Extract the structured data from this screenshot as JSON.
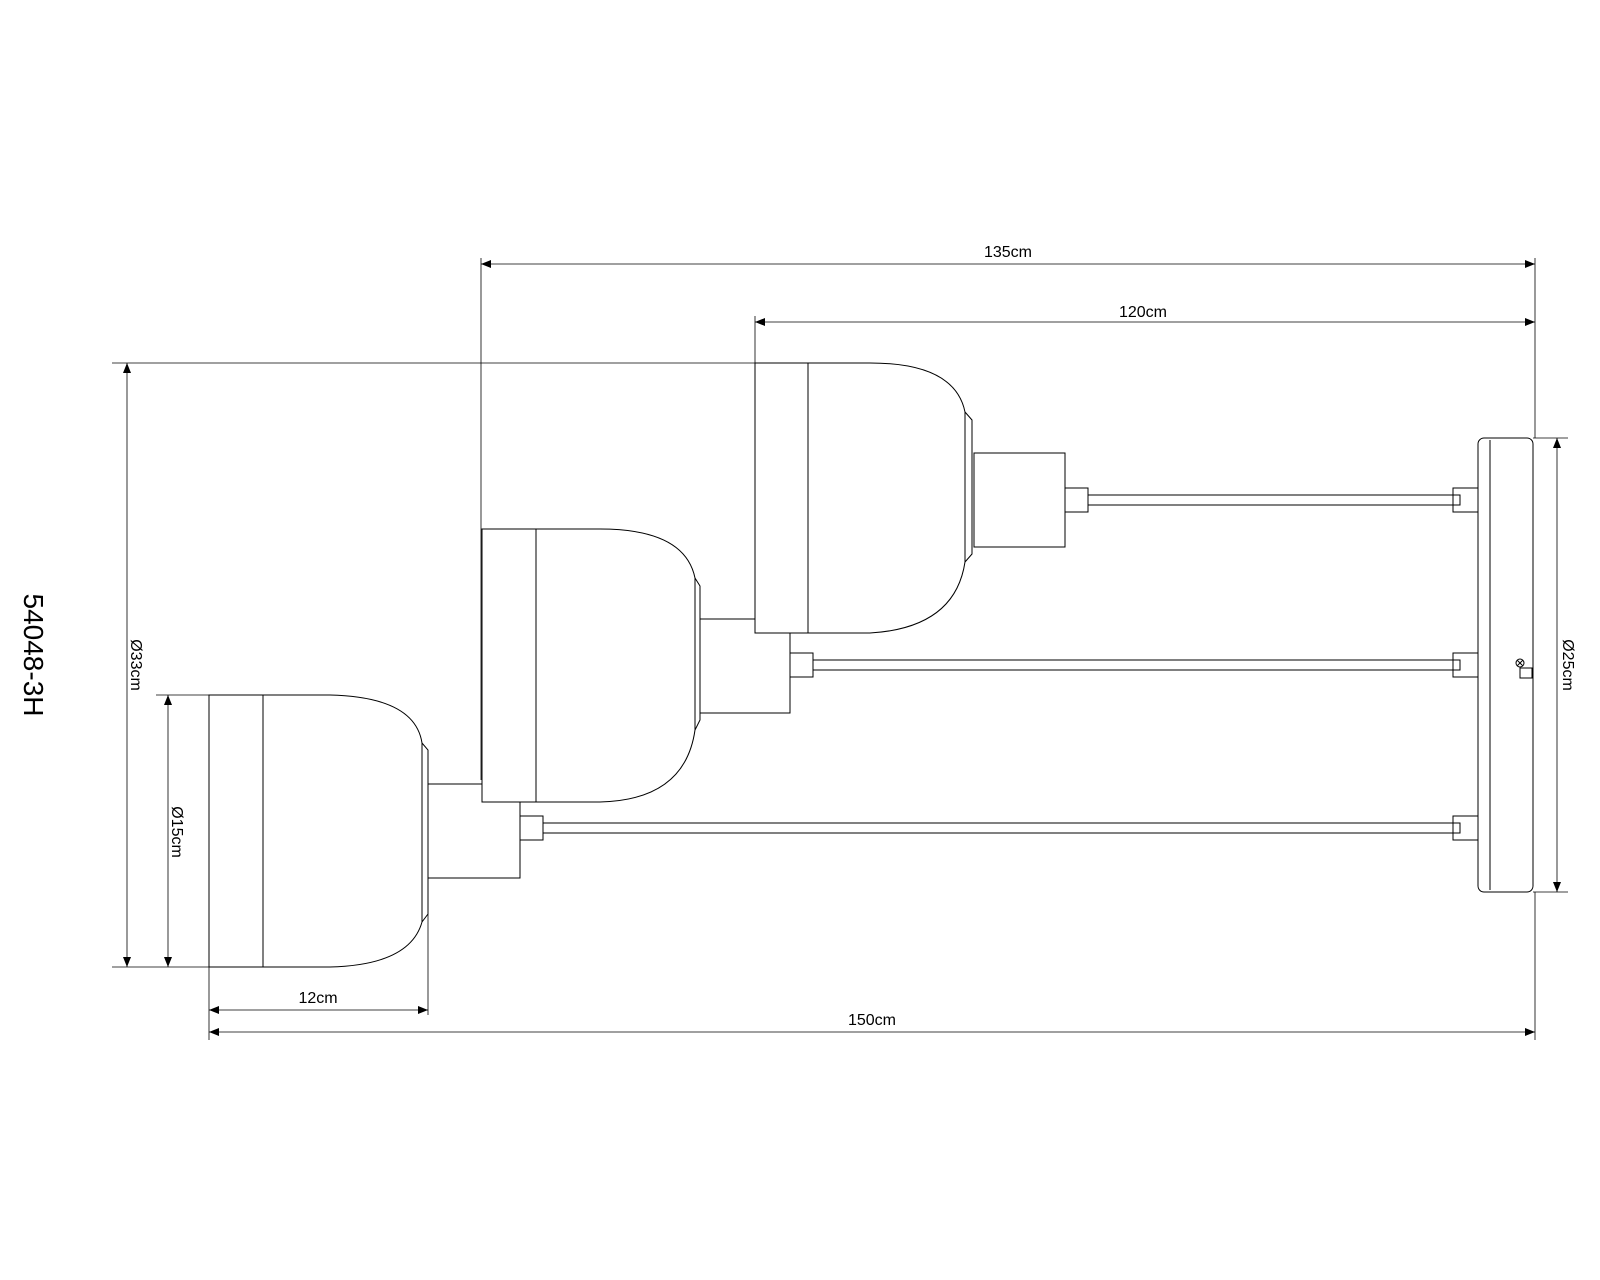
{
  "model": "54048-3H",
  "dimensions": {
    "overall_length": "150cm",
    "middle_arm_length": "135cm",
    "top_arm_length": "120cm",
    "shade_depth": "12cm",
    "overall_diameter": "Ø33cm",
    "shade_diameter": "Ø15cm",
    "canopy_diameter": "Ø25cm"
  }
}
